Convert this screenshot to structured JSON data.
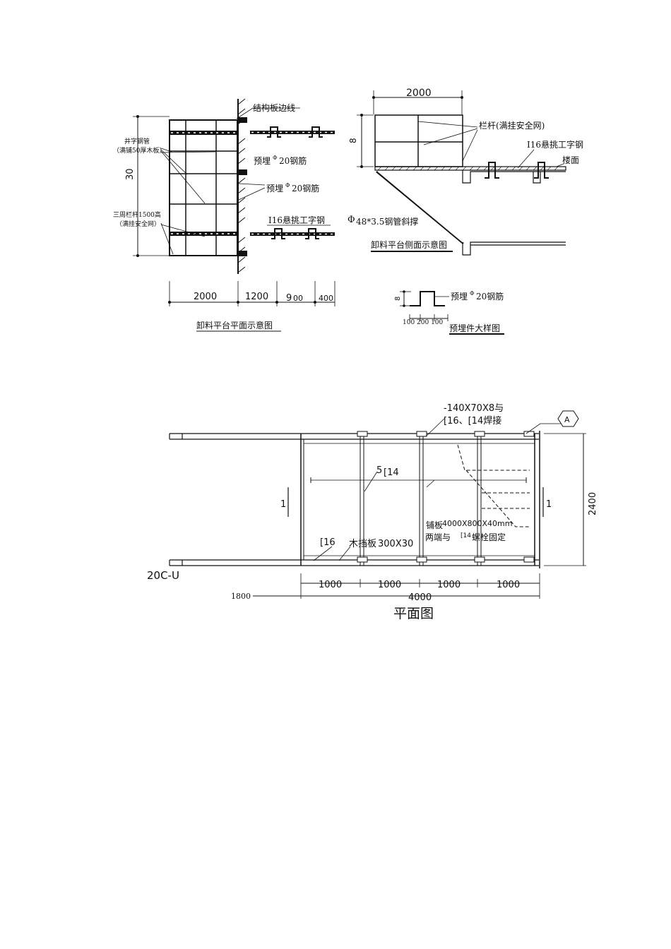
{
  "top_plan": {
    "structure_edge": "结构板边线",
    "tube_label_1": "井字钢管",
    "tube_label_2": "（满铺50厚木板）",
    "embed_1": "预埋",
    "embed_2": "预埋",
    "rebar_1": "20钢筋",
    "rebar_2": "20钢筋",
    "rail_label_1": "三周栏杆1500高",
    "rail_label_2": "（满挂安全网）",
    "i16_beam": "I16悬挑工字钢",
    "dim_vertical": "30",
    "dims": [
      "2000",
      "1200",
      "9",
      "00",
      "400"
    ],
    "caption": "卸料平台平面示意图"
  },
  "side_view": {
    "dim_top": "2000",
    "dim_height": "8",
    "railing": "栏杆(满挂安全网)",
    "i16_beam": "I16悬挑工字钢",
    "floor": "楼面",
    "brace_phi": "Φ",
    "brace": "48*3.5钢管斜撑",
    "caption": "卸料平台侧面示意图"
  },
  "detail": {
    "dim_height": "8",
    "embed": "预埋",
    "rebar": "20钢筋",
    "dims": "100 200 100",
    "caption": "预埋件大样图"
  },
  "plan": {
    "plate_note_1": "-140X70X8与",
    "plate_note_2": "[16、[14焊接",
    "section_mark": "A",
    "channel_5": "5",
    "channel_14": "[14",
    "cut_left": "1",
    "cut_right": "1",
    "dim_width": "2400",
    "plate_1": "铺板",
    "plate_size": "4000X800X40mm",
    "plate_2": "两端与",
    "plate_c14": "[14",
    "plate_bolt": "螺栓固定",
    "channel_16": "[16",
    "board": "木挡板",
    "board_size": "300X30",
    "channel_20": "20C-U",
    "dims": [
      "1000",
      "1000",
      "1000",
      "1000"
    ],
    "dim_total": "4000",
    "dim_1800": "1800",
    "caption": "平面图"
  }
}
